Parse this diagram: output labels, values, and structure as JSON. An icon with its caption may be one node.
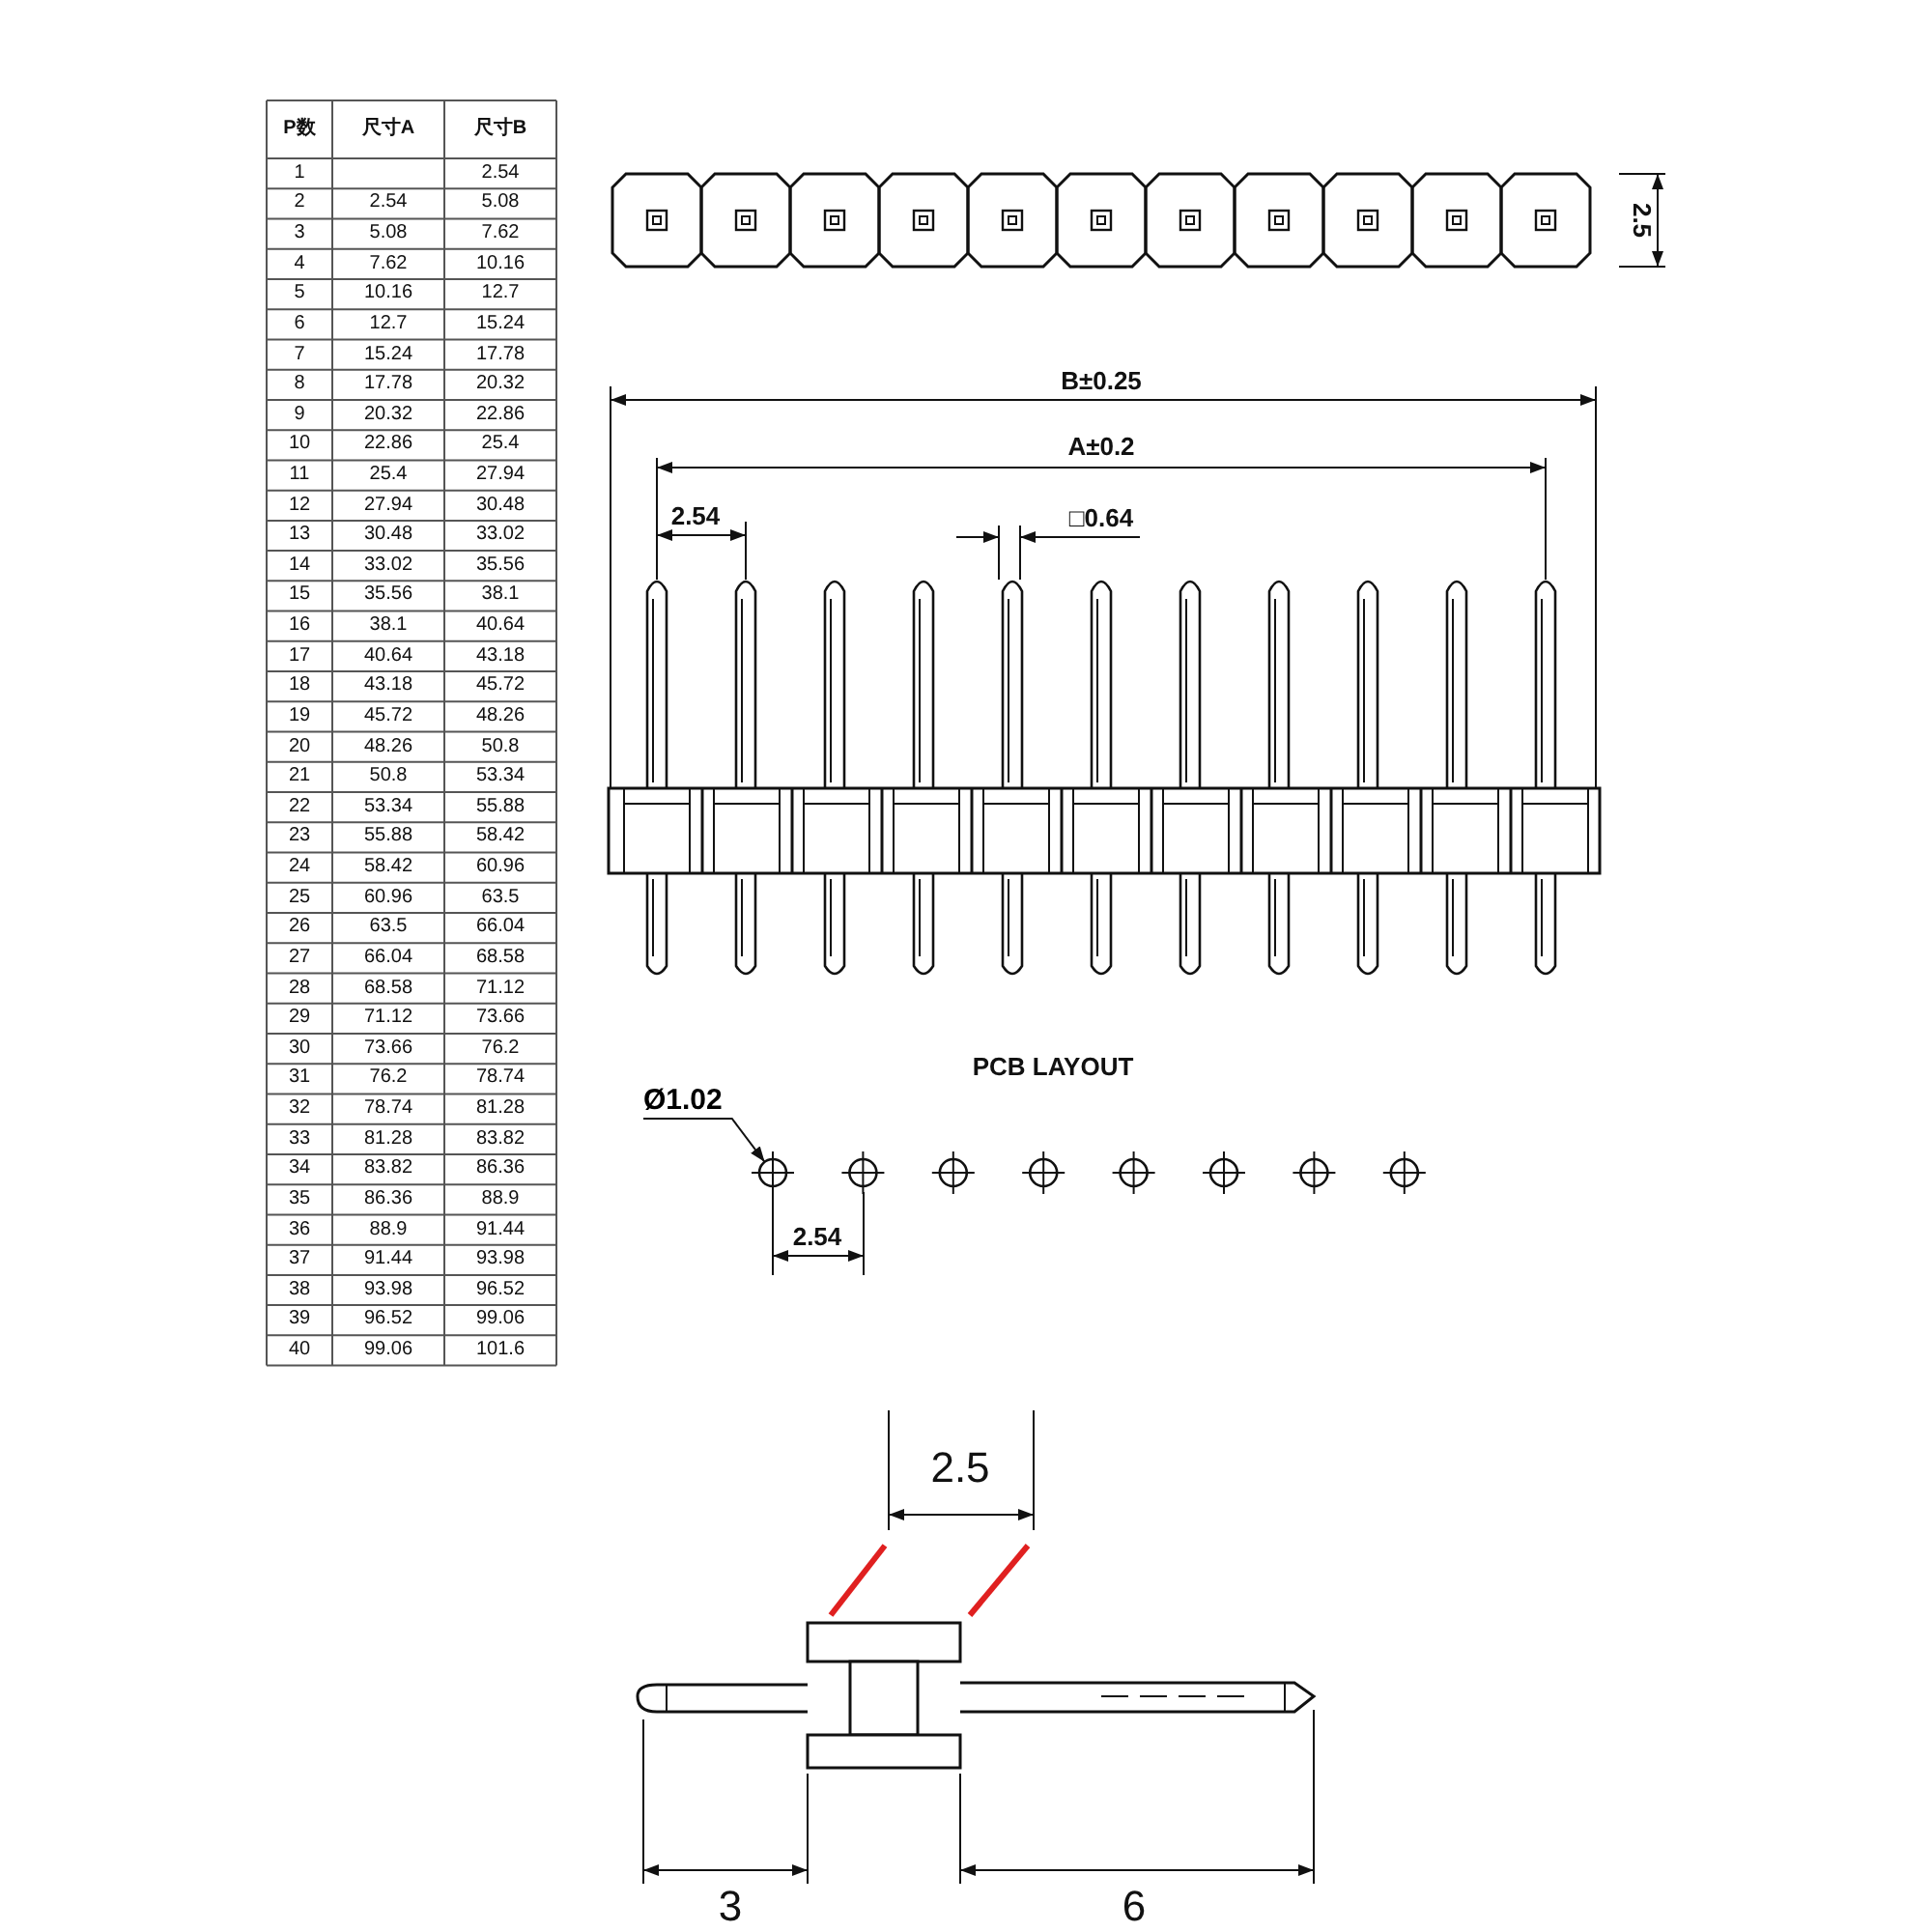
{
  "diagram": {
    "nodes": [
      {
        "text": [
          "Ø1.02"
        ]
      },
      {
        "text": [],
        "shape": "circle"
      }
    ],
    "edges": [
      {
        "from": 0,
        "to": 1,
        "arrow": "to"
      }
    ],
    "labels": [
      "P数",
      "尺寸A",
      "尺寸B",
      "1",
      "2.54",
      "2",
      "2.54",
      "5.08",
      "3",
      "5.08",
      "7.62",
      "4",
      "7.62",
      "10.16",
      "5",
      "10.16",
      "12.7",
      "6",
      "12.7",
      "15.24",
      "7",
      "15.24",
      "17.78",
      "8",
      "17.78",
      "20.32",
      "9",
      "20.32",
      "22.86",
      "10",
      "22.86",
      "25.4",
      "11",
      "25.4",
      "27.94",
      "12",
      "27.94",
      "30.48",
      "13",
      "30.48",
      "33.02",
      "14",
      "33.02",
      "35.56",
      "15",
      "35.56",
      "38.1",
      "16",
      "38.1",
      "40.64",
      "17",
      "40.64",
      "43.18",
      "18",
      "43.18",
      "45.72",
      "19",
      "45.72",
      "48.26",
      "20",
      "48.26",
      "50.8",
      "21",
      "50.8",
      "53.34",
      "22",
      "53.34",
      "55.88",
      "23",
      "55.88",
      "58.42",
      "24",
      "58.42",
      "60.96",
      "25",
      "60.96",
      "63.5",
      "26",
      "63.5",
      "66.04",
      "27",
      "66.04",
      "68.58",
      "28",
      "68.58",
      "71.12",
      "29",
      "71.12",
      "73.66",
      "30",
      "73.66",
      "76.2",
      "31",
      "76.2",
      "78.74",
      "32",
      "78.74",
      "81.28",
      "33",
      "81.28",
      "83.82",
      "34",
      "83.82",
      "86.36",
      "35",
      "86.36",
      "88.9",
      "36",
      "88.9",
      "91.44",
      "37",
      "91.44",
      "93.98",
      "38",
      "93.98",
      "96.52",
      "39",
      "96.52",
      "99.06",
      "40",
      "99.06",
      "101.6",
      "2.5",
      "B±0.25",
      "A±0.2",
      "2.54",
      "□0.64",
      "PCB LAYOUT",
      "2.54",
      "2.5",
      "3",
      "6"
    ]
  }
}
